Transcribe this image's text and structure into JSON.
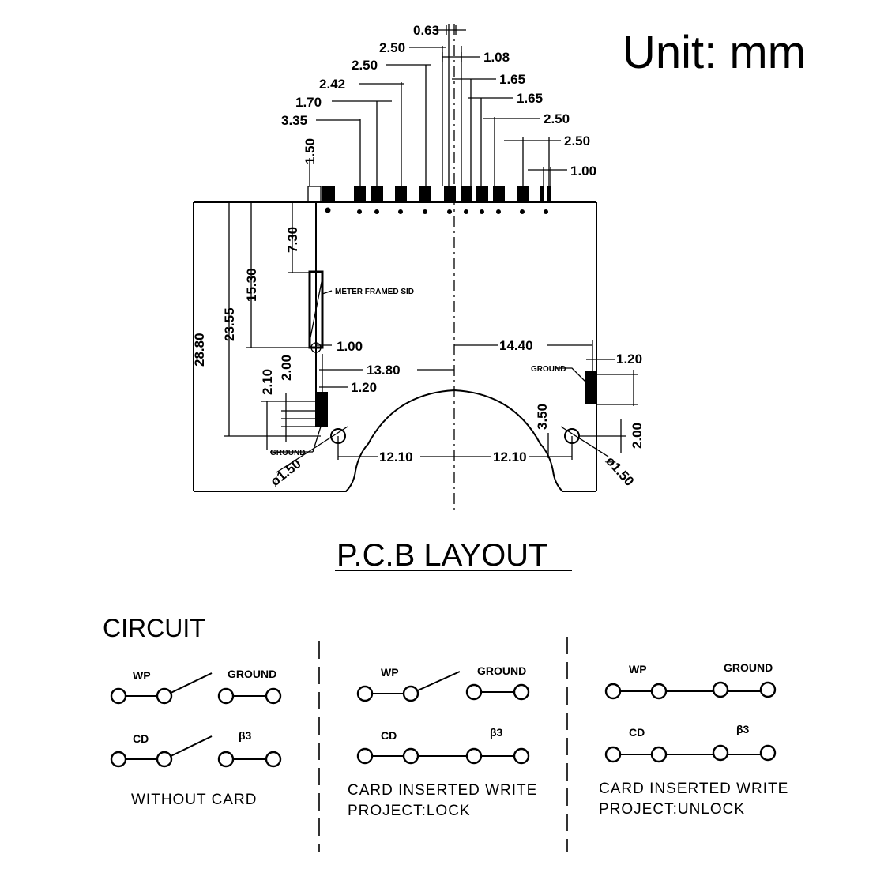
{
  "unit_label": "Unit: mm",
  "pcb": {
    "title": "P.C.B LAYOUT",
    "top_dims": [
      "0.63",
      "2.50",
      "1.08",
      "2.50",
      "1.65",
      "2.42",
      "1.65",
      "1.70",
      "2.50",
      "3.35",
      "2.50",
      "1.50",
      "1.00"
    ],
    "side_dims": {
      "d730": "7.30",
      "d1530": "15.30",
      "d2355": "23.55",
      "d2880": "28.80",
      "d100": "1.00",
      "d1440": "14.40",
      "d120_right": "1.20",
      "d1380": "13.80",
      "d210": "2.10",
      "d200_left": "2.00",
      "d120_left": "1.20",
      "d350": "3.50",
      "d200_right": "2.00",
      "d1210_left": "12.10",
      "d1210_right": "12.10",
      "phi_left": "ø1.50",
      "phi_right": "ø1.50"
    },
    "tiny_labels": {
      "note": "METER FRAMED SID",
      "ground_left": "GROUND",
      "ground_right": "GROUND"
    }
  },
  "circuit": {
    "title": "CIRCUIT",
    "panels": [
      {
        "wp": "WP",
        "ground": "GROUND",
        "cd": "CD",
        "b3": "β3",
        "caption1": "WITHOUT CARD",
        "caption2": ""
      },
      {
        "wp": "WP",
        "ground": "GROUND",
        "cd": "CD",
        "b3": "β3",
        "caption1": "CARD INSERTED WRITE",
        "caption2": "PROJECT:LOCK"
      },
      {
        "wp": "WP",
        "ground": "GROUND",
        "cd": "CD",
        "b3": "β3",
        "caption1": "CARD INSERTED WRITE",
        "caption2": "PROJECT:UNLOCK"
      }
    ]
  }
}
